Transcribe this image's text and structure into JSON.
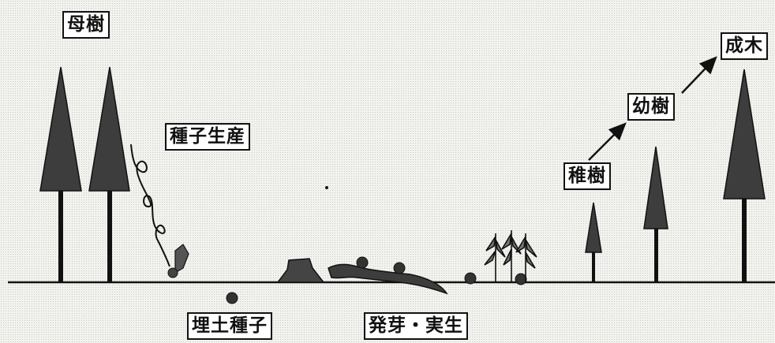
{
  "labels": {
    "mother_tree": "母樹",
    "seed_production": "種子生産",
    "buried_seeds": "埋土種子",
    "germination": "発芽・実生",
    "seedling": "稚樹",
    "sapling": "幼樹",
    "mature_tree": "成木"
  },
  "colors": {
    "tree_fill": "#3d3d3d",
    "ground_line": "#111111",
    "label_bg": "#ffffff"
  }
}
